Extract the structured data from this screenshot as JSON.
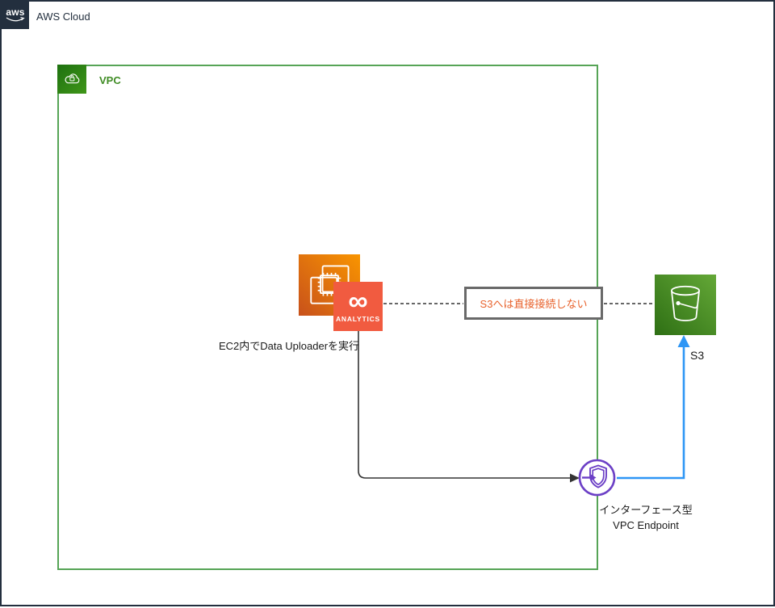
{
  "aws_cloud": {
    "logo_text": "aws",
    "label": "AWS Cloud"
  },
  "vpc": {
    "label": "VPC"
  },
  "ec2": {
    "caption": "EC2内でData Uploaderを実行",
    "analytics_badge": {
      "logo_glyph": "∞",
      "text": "ANALYTICS"
    }
  },
  "note": {
    "text": "S3へは直接接続しない"
  },
  "s3": {
    "label": "S3"
  },
  "vpc_endpoint": {
    "label_line1": "インターフェース型",
    "label_line2": "VPC Endpoint"
  },
  "colors": {
    "aws_navy": "#232F3E",
    "vpc_border_green": "#56A456",
    "vpc_icon_green_dark": "#1E7110",
    "vpc_icon_green_light": "#3F9619",
    "vpc_label_green": "#3F8C24",
    "ec2_orange_dark": "#C8511B",
    "ec2_orange_light": "#F99500",
    "analytics_red": "#F15B40",
    "s3_green_dark": "#2E6F14",
    "s3_green_light": "#64A837",
    "note_text_orange": "#E8622C",
    "note_border_gray": "#696969",
    "endpoint_purple": "#6C40C6",
    "arrow_blue": "#2E96F5",
    "line_black": "#333333"
  }
}
